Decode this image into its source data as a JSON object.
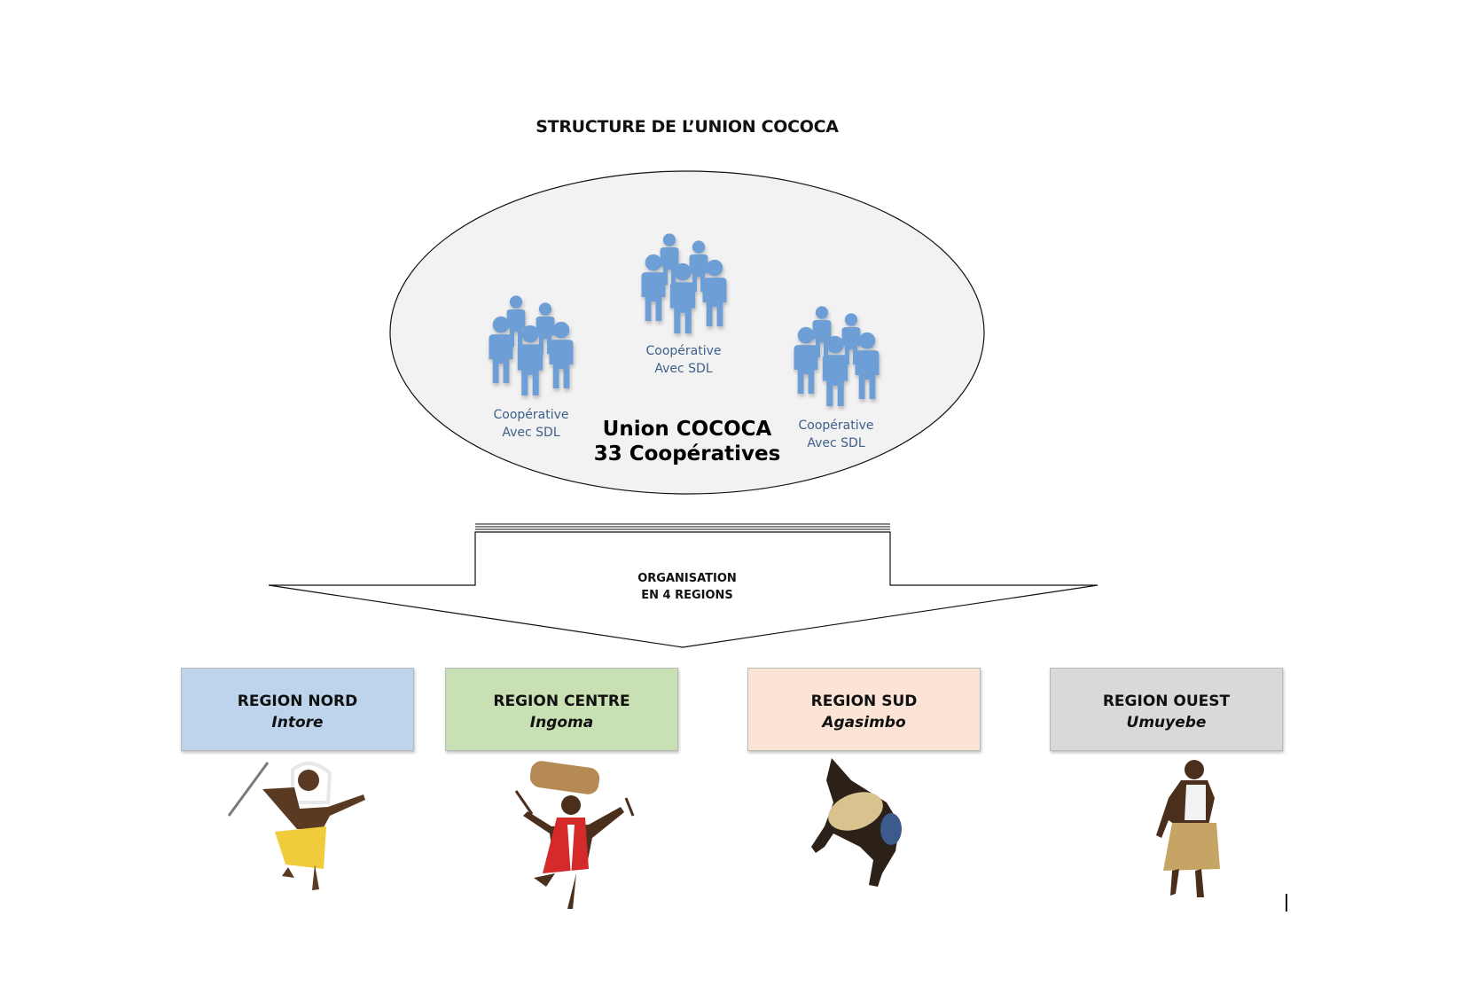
{
  "title": "STRUCTURE DE L’UNION COCOCA",
  "union": {
    "line1": "Union COCOCA",
    "line2": "33 Coopératives"
  },
  "cooperatives": [
    {
      "line1": "Coopérative",
      "line2": "Avec SDL",
      "icon": "people-group-icon"
    },
    {
      "line1": "Coopérative",
      "line2": "Avec SDL",
      "icon": "people-group-icon"
    },
    {
      "line1": "Coopérative",
      "line2": "Avec SDL",
      "icon": "people-group-icon"
    }
  ],
  "arrow": {
    "line1": "ORGANISATION",
    "line2": "EN 4 REGIONS"
  },
  "regions": [
    {
      "name": "REGION NORD",
      "dance": "Intore",
      "color": "#bdd4ec"
    },
    {
      "name": "REGION CENTRE",
      "dance": "Ingoma",
      "color": "#c9e0b5"
    },
    {
      "name": "REGION SUD",
      "dance": "Agasimbo",
      "color": "#fbe4d6"
    },
    {
      "name": "REGION OUEST",
      "dance": "Umuyebe",
      "color": "#d9d9d9"
    }
  ],
  "colors": {
    "ellipse_fill": "#f2f2f2",
    "icon_blue": "#6d9fd6",
    "label_blue": "#3d5f8a"
  }
}
